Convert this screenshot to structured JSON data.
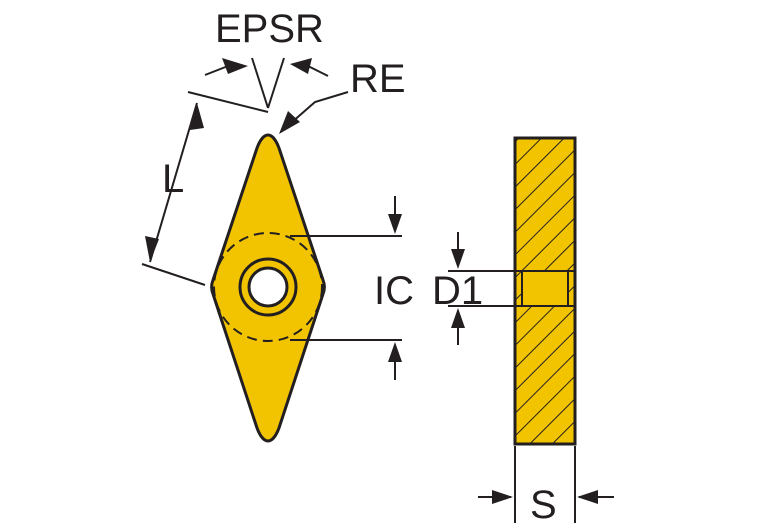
{
  "labels": {
    "epsr": "EPSR",
    "re": "RE",
    "l": "L",
    "ic": "IC",
    "d1": "D1",
    "s": "S"
  },
  "colors": {
    "insert_fill": "#f2c400",
    "outline": "#231f20",
    "background": "#ffffff"
  }
}
